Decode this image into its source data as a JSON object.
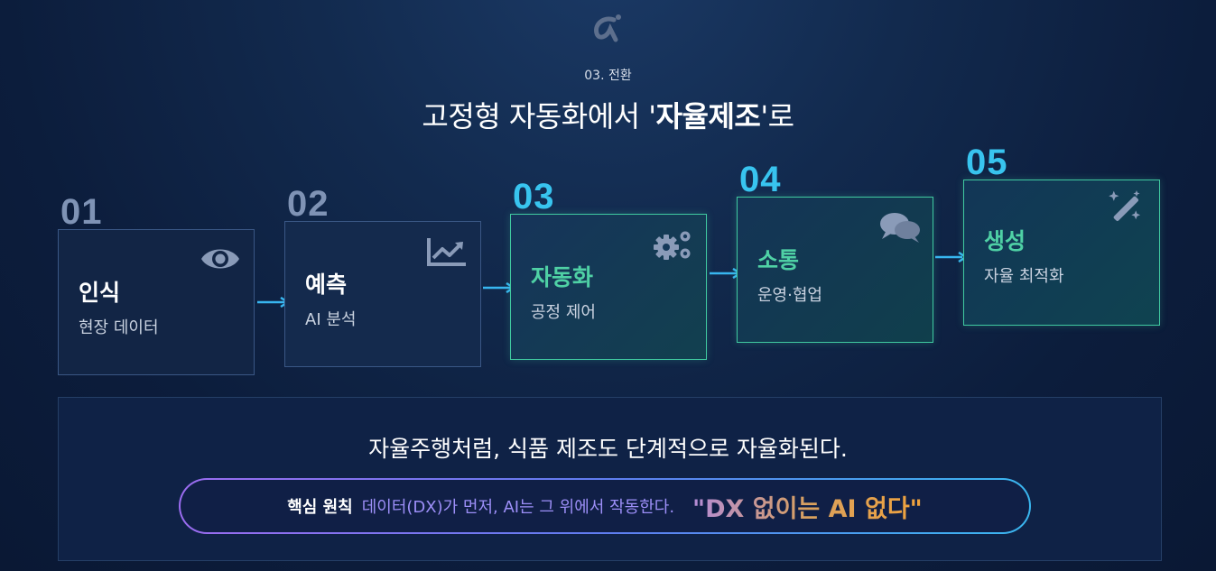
{
  "header": {
    "kicker": "03. 전환",
    "title_prefix": "고정형 자동화에서 '",
    "title_strong": "자율제조",
    "title_suffix": "'로"
  },
  "steps": [
    {
      "num": "01",
      "name": "인식",
      "desc": "현장 데이터",
      "icon": "eye-icon",
      "num_color": "#7f93b5",
      "name_color": "#ffffff"
    },
    {
      "num": "02",
      "name": "예측",
      "desc": "AI 분석",
      "icon": "chart-line-icon",
      "num_color": "#7f93b5",
      "name_color": "#ffffff"
    },
    {
      "num": "03",
      "name": "자동화",
      "desc": "공정 제어",
      "icon": "gears-icon",
      "num_color": "#38c4ef",
      "name_color": "#4fd1a5"
    },
    {
      "num": "04",
      "name": "소통",
      "desc": "운영·협업",
      "icon": "chat-bubbles-icon",
      "num_color": "#38c4ef",
      "name_color": "#4fd1a5"
    },
    {
      "num": "05",
      "name": "생성",
      "desc": "자율 최적화",
      "icon": "magic-wand-icon",
      "num_color": "#38c4ef",
      "name_color": "#4fd1a5"
    }
  ],
  "statement": "자율주행처럼, 식품 제조도 단계적으로 자율화된다.",
  "principle": {
    "label": "핵심 원칙",
    "message": "데이터(DX)가 먼저, AI는 그 위에서 작동한다.",
    "quote": "\"DX 없이는 AI 없다\""
  },
  "colors": {
    "accent_cyan": "#38c4ef",
    "accent_green": "#4fd1a5",
    "muted_number": "#7f93b5",
    "arrow": "#38b6f0"
  }
}
